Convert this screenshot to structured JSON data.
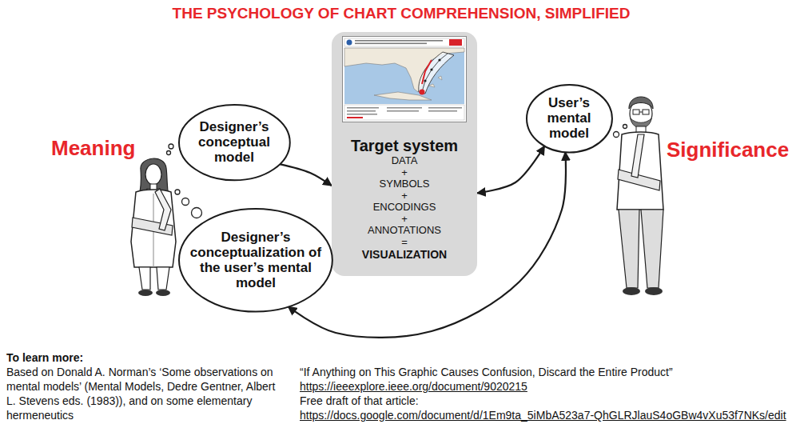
{
  "diagram": {
    "title": "THE PSYCHOLOGY OF CHART COMPREHENSION, SIMPLIFIED",
    "nodes": [
      {
        "text": [
          "Designer’s conceptual model"
        ]
      },
      {
        "text": [
          "Target system",
          "DATA + SYMBOLS + ENCODINGS + ANNOTATIONS =",
          "VISUALIZATION"
        ]
      },
      {
        "text": [
          "User’s mental model"
        ]
      },
      {
        "text": [
          "Designer’s conceptualization of the user’s mental model"
        ]
      }
    ],
    "edges": [
      {
        "from": 0,
        "to": 1,
        "arrow": "to"
      },
      {
        "from": 1,
        "to": 2,
        "arrow": "both"
      },
      {
        "from": 3,
        "to": 2,
        "arrow": "both"
      }
    ],
    "labels": [
      "Meaning",
      "Significance",
      "To learn more:",
      "Based on Donald A. Norman’s ‘Some observations on mental models’ (Mental Models, Dedre Gentner, Albert L. Stevens eds. (1983)), and on some elementary hermeneutics",
      "“If Anything on This Graphic Causes Confusion, Discard the Entire Product”",
      "https://ieeexplore.ieee.org/document/9020215",
      "Free draft of that article:",
      "https://docs.google.com/document/d/1Em9ta_5iMbA523a7-QhGLRJlauS4oGBw4vXu53f7NKs/edit"
    ]
  }
}
